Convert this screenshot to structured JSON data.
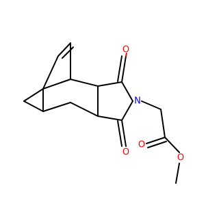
{
  "molecule": {
    "atoms": {
      "nitrogen": {
        "symbol": "N",
        "color": "#0000ff"
      },
      "oxygen_imide_top": {
        "symbol": "O",
        "color": "#ff0000"
      },
      "oxygen_imide_bottom": {
        "symbol": "O",
        "color": "#ff0000"
      },
      "oxygen_ester_carbonyl": {
        "symbol": "O",
        "color": "#ff0000"
      },
      "oxygen_ester_methoxy": {
        "symbol": "O",
        "color": "#ff0000"
      }
    },
    "colors": {
      "carbon_bond": "#000000",
      "oxygen": "#ff0000",
      "nitrogen": "#0000ff",
      "background": "#ffffff"
    }
  }
}
